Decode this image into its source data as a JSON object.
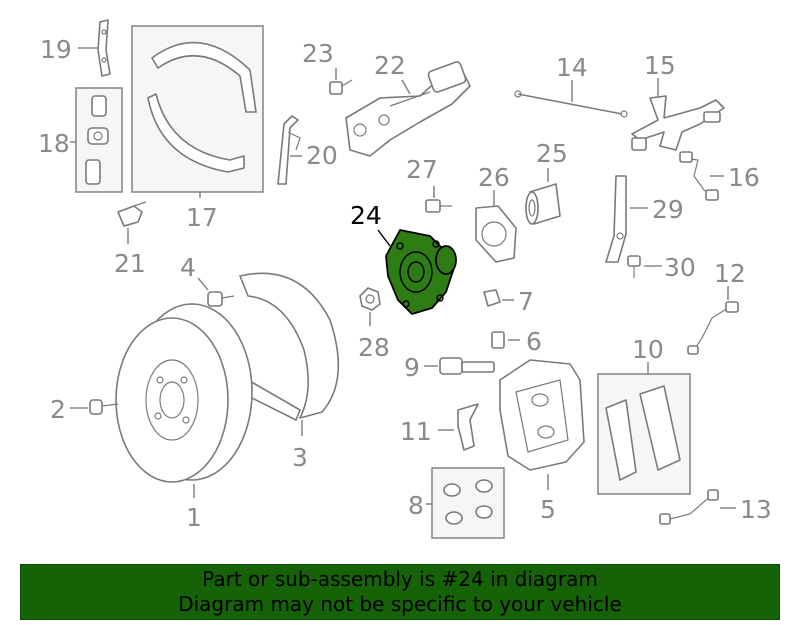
{
  "labels": {
    "p1": "1",
    "p2": "2",
    "p3": "3",
    "p4": "4",
    "p5": "5",
    "p6": "6",
    "p7": "7",
    "p8": "8",
    "p9": "9",
    "p10": "10",
    "p11": "11",
    "p12": "12",
    "p13": "13",
    "p14": "14",
    "p15": "15",
    "p16": "16",
    "p17": "17",
    "p18": "18",
    "p19": "19",
    "p20": "20",
    "p21": "21",
    "p22": "22",
    "p23": "23",
    "p24": "24",
    "p25": "25",
    "p26": "26",
    "p27": "27",
    "p28": "28",
    "p29": "29",
    "p30": "30"
  },
  "highlighted_part": "24",
  "colors": {
    "highlight_fill": "#2e7d14",
    "banner_bg": "#166206",
    "label_gray": "#8a8a8a"
  },
  "banner": {
    "line1": "Part or sub-assembly is #24 in diagram",
    "line2": "Diagram may not be specific to your vehicle"
  }
}
